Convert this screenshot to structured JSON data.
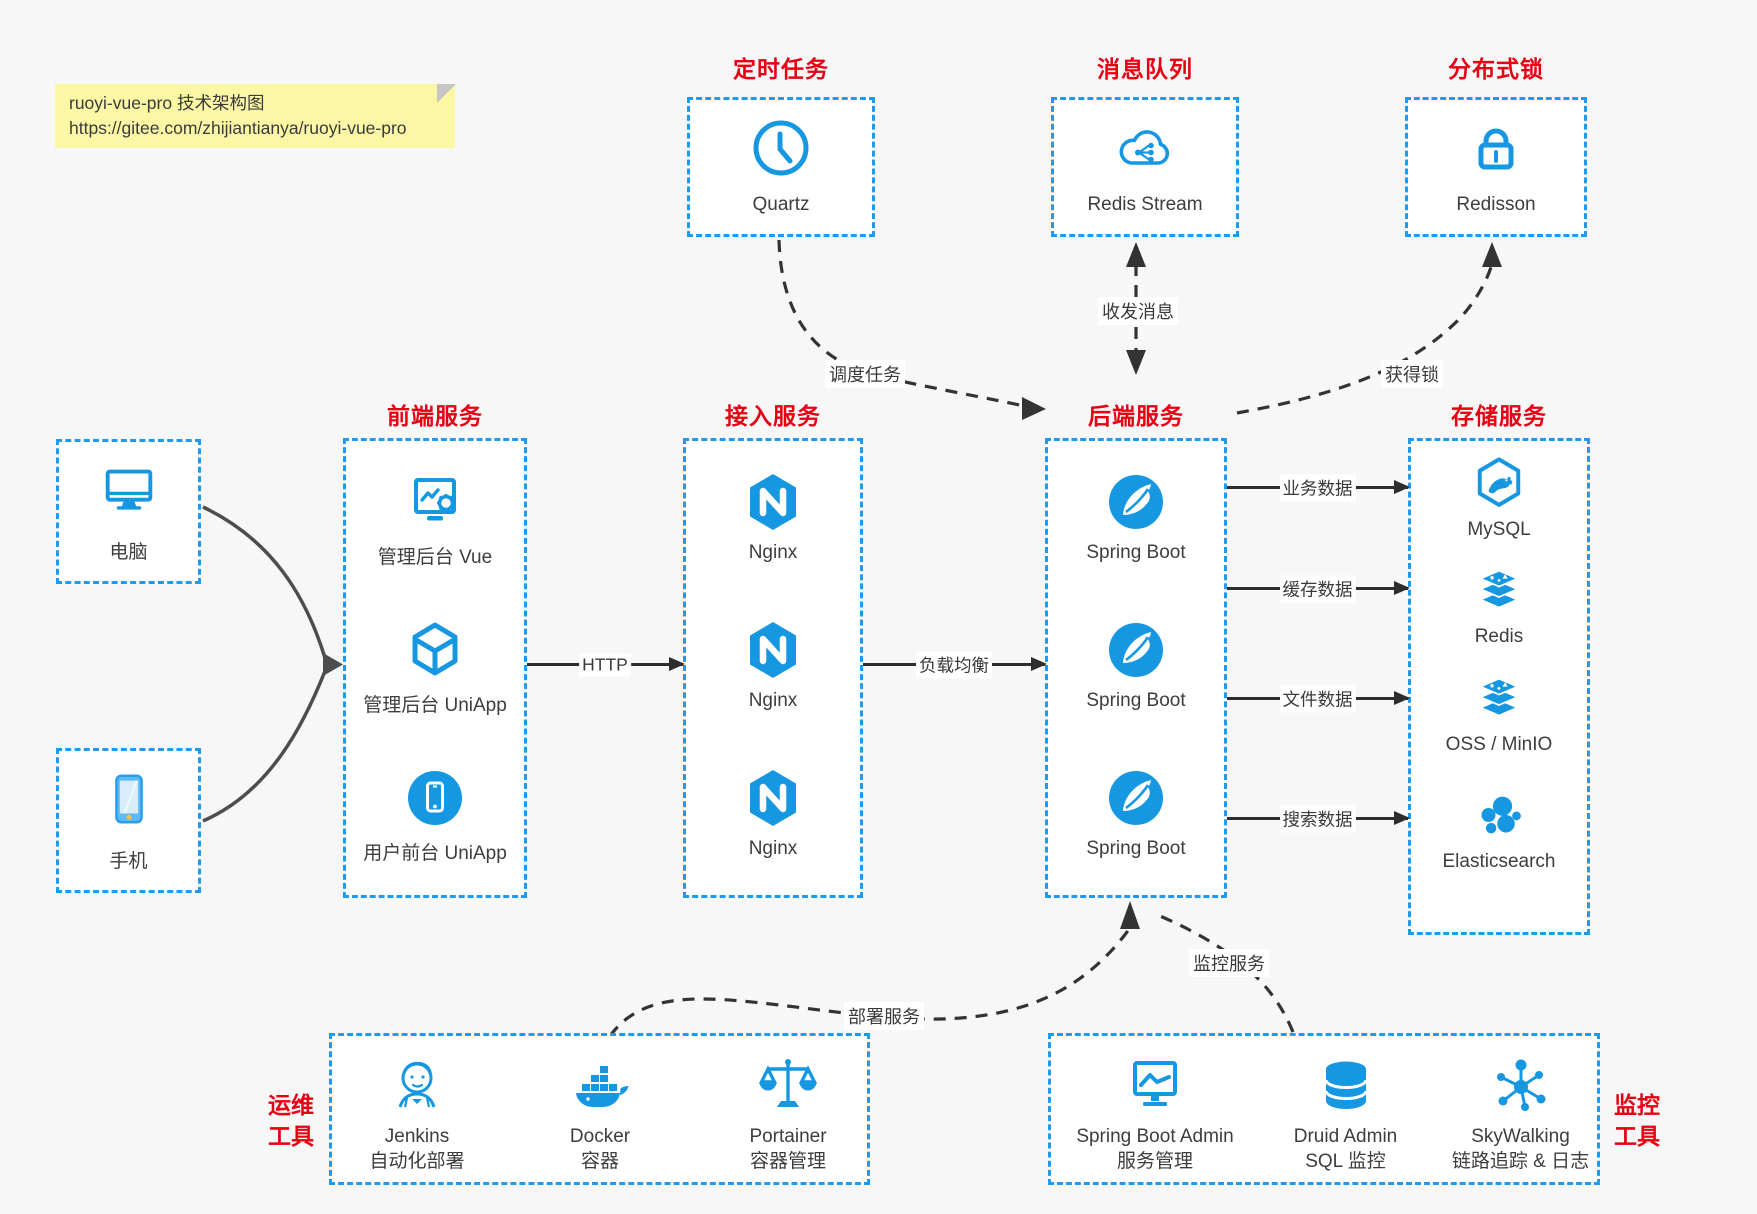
{
  "colors": {
    "accent_blue": "#1e9bf0",
    "icon_blue": "#1697e2",
    "title_red": "#e60012",
    "note_yellow": "#fbf7a5",
    "canvas_bg": "#f7f7f8",
    "arrow_dark": "#2d2d2d"
  },
  "note": {
    "line1": "ruoyi-vue-pro 技术架构图",
    "line2": "https://gitee.com/zhijiantianya/ruoyi-vue-pro"
  },
  "top_groups": [
    {
      "title": "定时任务",
      "label": "Quartz",
      "icon": "clock-icon"
    },
    {
      "title": "消息队列",
      "label": "Redis Stream",
      "icon": "cloud-stream-icon"
    },
    {
      "title": "分布式锁",
      "label": "Redisson",
      "icon": "lock-icon"
    }
  ],
  "clients": [
    {
      "label": "电脑",
      "icon": "desktop-icon"
    },
    {
      "label": "手机",
      "icon": "phone-icon"
    }
  ],
  "columns": [
    {
      "title": "前端服务",
      "items": [
        {
          "label": "管理后台 Vue",
          "icon": "admin-vue-icon"
        },
        {
          "label": "管理后台 UniApp",
          "icon": "cube-icon"
        },
        {
          "label": "用户前台 UniApp",
          "icon": "user-app-icon"
        }
      ]
    },
    {
      "title": "接入服务",
      "items": [
        {
          "label": "Nginx",
          "icon": "nginx-icon"
        },
        {
          "label": "Nginx",
          "icon": "nginx-icon"
        },
        {
          "label": "Nginx",
          "icon": "nginx-icon"
        }
      ]
    },
    {
      "title": "后端服务",
      "items": [
        {
          "label": "Spring Boot",
          "icon": "spring-icon"
        },
        {
          "label": "Spring Boot",
          "icon": "spring-icon"
        },
        {
          "label": "Spring Boot",
          "icon": "spring-icon"
        }
      ]
    },
    {
      "title": "存储服务",
      "items": [
        {
          "label": "MySQL",
          "icon": "mysql-icon"
        },
        {
          "label": "Redis",
          "icon": "layers-icon"
        },
        {
          "label": "OSS / MinIO",
          "icon": "layers-icon"
        },
        {
          "label": "Elasticsearch",
          "icon": "elasticsearch-icon"
        }
      ]
    }
  ],
  "flow_arrows": [
    {
      "label": "HTTP"
    },
    {
      "label": "负载均衡"
    },
    {
      "label": "业务数据"
    },
    {
      "label": "缓存数据"
    },
    {
      "label": "文件数据"
    },
    {
      "label": "搜索数据"
    }
  ],
  "dashed_labels": {
    "schedule": "调度任务",
    "message": "收发消息",
    "lock": "获得锁",
    "deploy": "部署服务",
    "monitor": "监控服务"
  },
  "bottom_groups": [
    {
      "side_label_1": "运维",
      "side_label_2": "工具",
      "items": [
        {
          "name": "Jenkins",
          "desc": "自动化部署",
          "icon": "jenkins-icon"
        },
        {
          "name": "Docker",
          "desc": "容器",
          "icon": "docker-icon"
        },
        {
          "name": "Portainer",
          "desc": "容器管理",
          "icon": "scales-icon"
        }
      ]
    },
    {
      "side_label_1": "监控",
      "side_label_2": "工具",
      "items": [
        {
          "name": "Spring Boot Admin",
          "desc": "服务管理",
          "icon": "chart-monitor-icon"
        },
        {
          "name": "Druid Admin",
          "desc": "SQL 监控",
          "icon": "database-icon"
        },
        {
          "name": "SkyWalking",
          "desc": "链路追踪 & 日志",
          "icon": "topology-icon"
        }
      ]
    }
  ]
}
